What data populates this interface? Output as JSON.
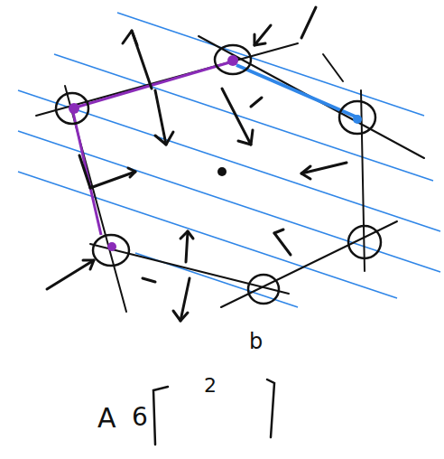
{
  "diagram": {
    "labels": [
      "b",
      "2",
      "A",
      "6"
    ]
  }
}
